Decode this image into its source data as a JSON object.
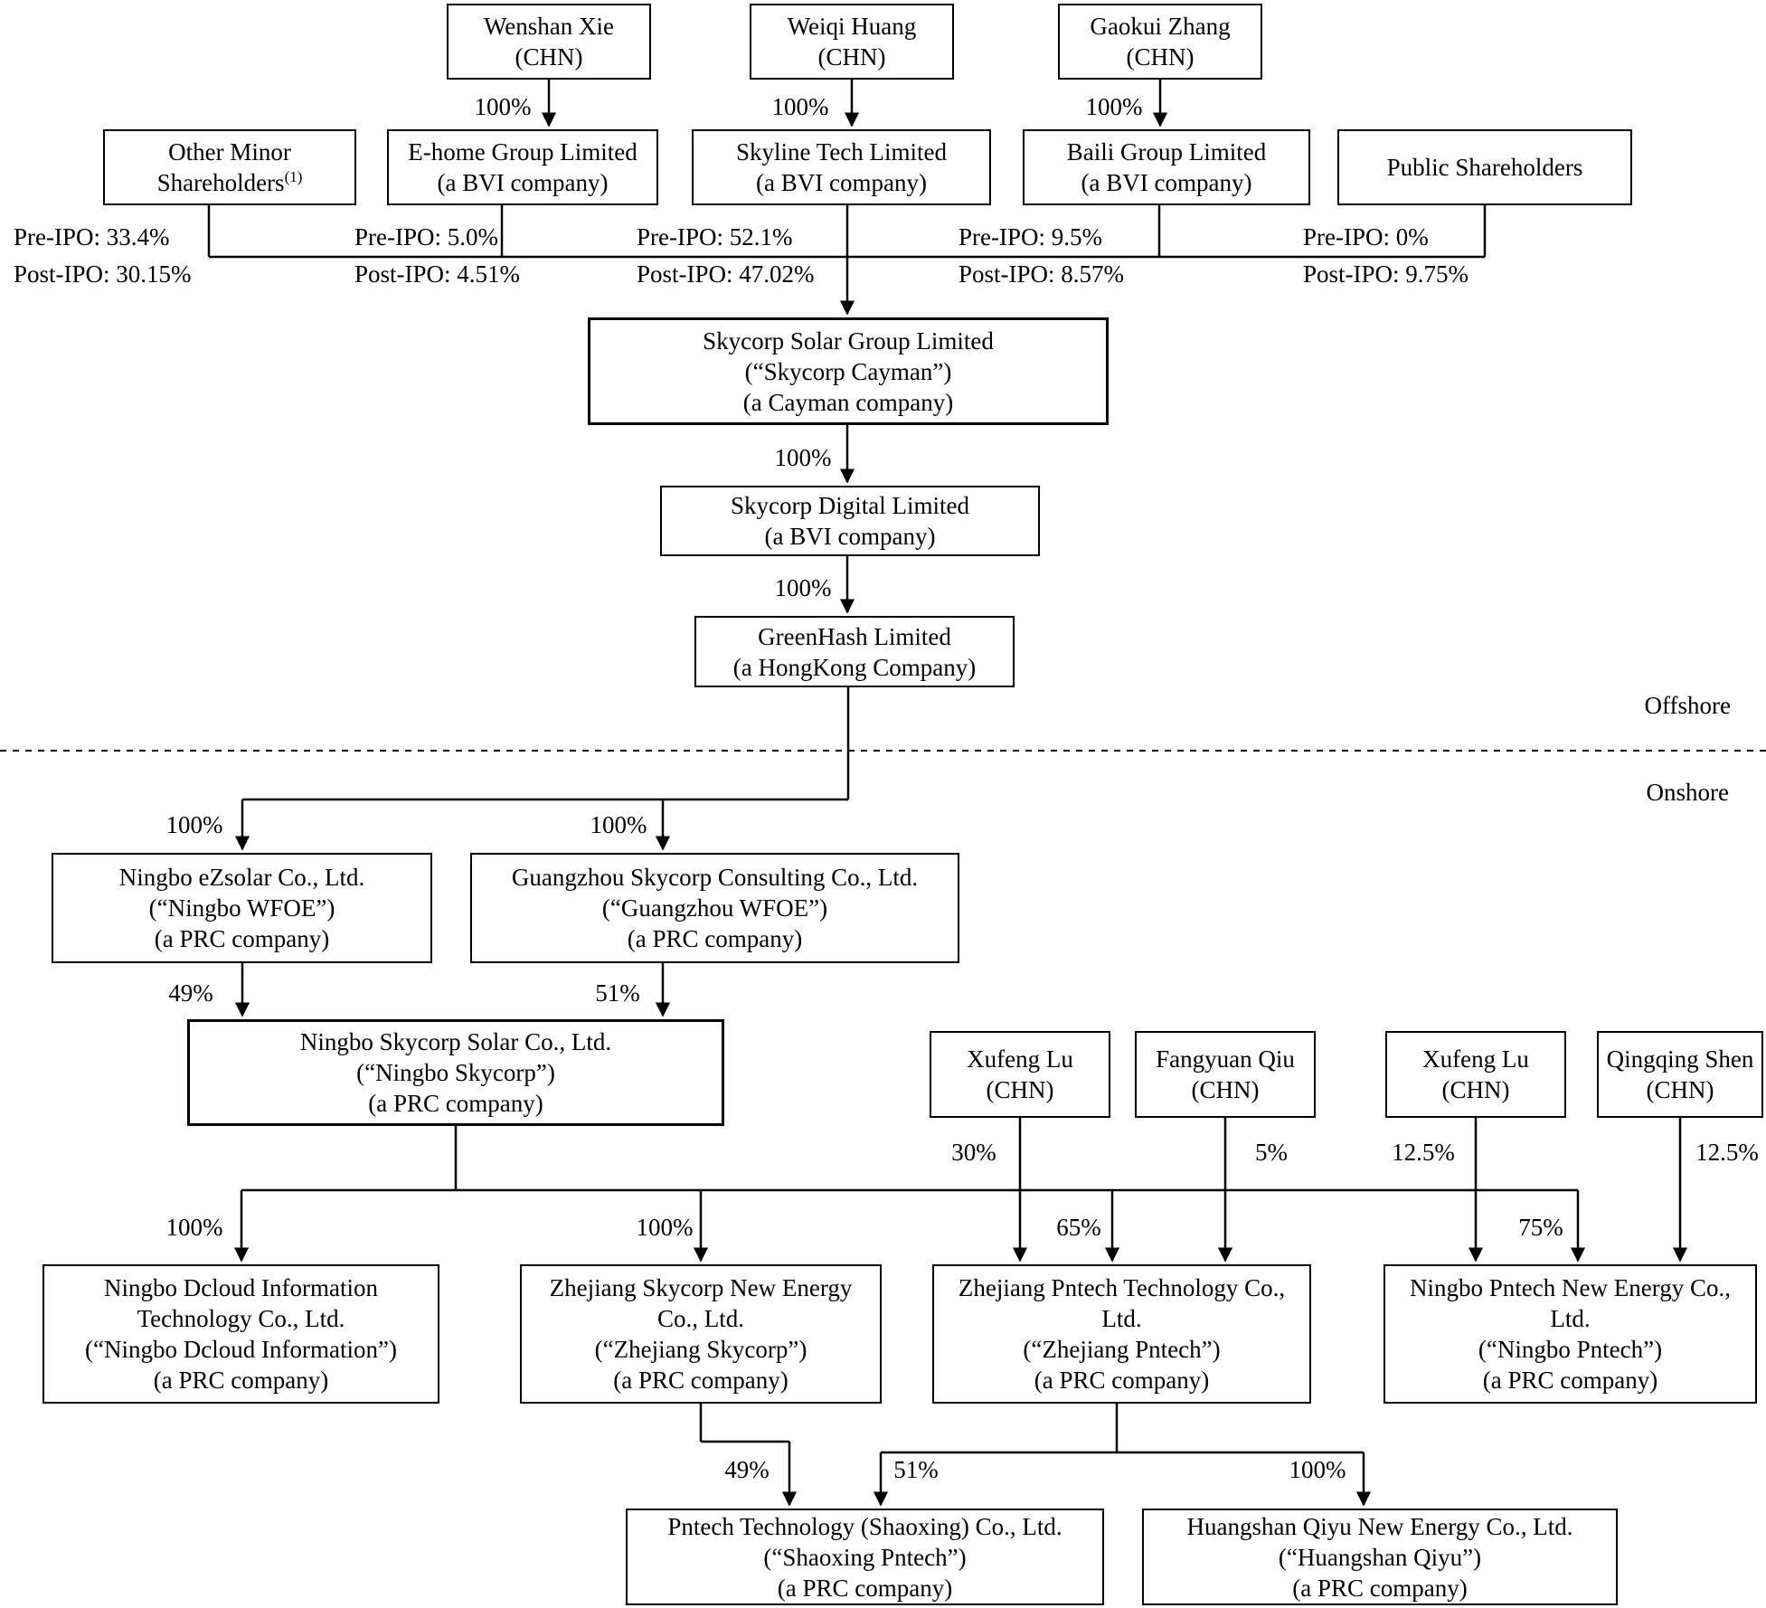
{
  "nodes": {
    "wenshan": {
      "lines": [
        "Wenshan Xie",
        "(CHN)"
      ]
    },
    "weiqi": {
      "lines": [
        "Weiqi Huang",
        "(CHN)"
      ]
    },
    "gaokui": {
      "lines": [
        "Gaokui Zhang",
        "(CHN)"
      ]
    },
    "other_minor": {
      "lines": [
        "Other Minor",
        "Shareholders"
      ],
      "sup": "(1)"
    },
    "ehome": {
      "lines": [
        "E-home Group Limited",
        "(a BVI company)"
      ]
    },
    "skyline": {
      "lines": [
        "Skyline Tech Limited",
        "(a BVI company)"
      ]
    },
    "baili": {
      "lines": [
        "Baili Group Limited",
        "(a BVI company)"
      ]
    },
    "public": {
      "lines": [
        "Public Shareholders"
      ]
    },
    "cayman": {
      "lines": [
        "Skycorp Solar Group Limited",
        "(“Skycorp Cayman”)",
        "(a Cayman company)"
      ]
    },
    "digital": {
      "lines": [
        "Skycorp Digital Limited",
        "(a BVI company)"
      ]
    },
    "greenhash": {
      "lines": [
        "GreenHash Limited",
        "(a HongKong Company)"
      ]
    },
    "ningbo_wfoe": {
      "lines": [
        "Ningbo eZsolar Co., Ltd.",
        "(“Ningbo WFOE”)",
        "(a PRC company)"
      ]
    },
    "guangzhou_wfoe": {
      "lines": [
        "Guangzhou Skycorp Consulting Co., Ltd.",
        "(“Guangzhou WFOE”)",
        "(a PRC company)"
      ]
    },
    "ningbo_skycorp": {
      "lines": [
        "Ningbo Skycorp Solar Co., Ltd.",
        "(“Ningbo Skycorp”)",
        "(a PRC company)"
      ]
    },
    "xufeng_lu_1": {
      "lines": [
        "Xufeng Lu",
        "(CHN)"
      ]
    },
    "fangyuan_qiu": {
      "lines": [
        "Fangyuan Qiu",
        "(CHN)"
      ]
    },
    "xufeng_lu_2": {
      "lines": [
        "Xufeng Lu",
        "(CHN)"
      ]
    },
    "qingqing_shen": {
      "lines": [
        "Qingqing Shen",
        "(CHN)"
      ]
    },
    "ningbo_dcloud": {
      "lines": [
        "Ningbo Dcloud Information",
        "Technology Co., Ltd.",
        "(“Ningbo Dcloud Information”)",
        "(a PRC company)"
      ]
    },
    "zhejiang_skycorp": {
      "lines": [
        "Zhejiang Skycorp New Energy",
        "Co., Ltd.",
        "(“Zhejiang Skycorp”)",
        "(a PRC company)"
      ]
    },
    "zhejiang_pntech": {
      "lines": [
        "Zhejiang Pntech Technology Co.,",
        "Ltd.",
        "(“Zhejiang Pntech”)",
        "(a PRC company)"
      ]
    },
    "ningbo_pntech": {
      "lines": [
        "Ningbo Pntech New Energy Co.,",
        "Ltd.",
        "(“Ningbo Pntech”)",
        "(a PRC company)"
      ]
    },
    "shaoxing_pntech": {
      "lines": [
        "Pntech Technology (Shaoxing) Co., Ltd.",
        "(“Shaoxing Pntech”)",
        "(a PRC company)"
      ]
    },
    "huangshan_qiyu": {
      "lines": [
        "Huangshan Qiyu New Energy Co., Ltd.",
        "(“Huangshan Qiyu”)",
        "(a PRC company)"
      ]
    }
  },
  "ownership": {
    "wenshan_ehome": "100%",
    "weiqi_skyline": "100%",
    "gaokui_baili": "100%",
    "cayman_digital": "100%",
    "digital_greenhash": "100%",
    "greenhash_ningbo_wfoe": "100%",
    "greenhash_guangzhou_wfoe": "100%",
    "ningbo_wfoe_ns": "49%",
    "guangzhou_wfoe_ns": "51%",
    "xufeng1_zhpntech": "30%",
    "fangyuan_zhpntech": "5%",
    "xufeng2_nbpntech": "12.5%",
    "qingqing_nbpntech": "12.5%",
    "ns_dcloud": "100%",
    "ns_zhskycorp": "100%",
    "ns_zhpntech": "65%",
    "ns_nbpntech": "75%",
    "zhskycorp_shaoxing": "49%",
    "zhpntech_shaoxing": "51%",
    "zhpntech_huangshan": "100%"
  },
  "shareholding": {
    "col1": {
      "pre": "Pre-IPO: 33.4%",
      "post": "Post-IPO: 30.15%"
    },
    "col2": {
      "pre": "Pre-IPO: 5.0%",
      "post": "Post-IPO: 4.51%"
    },
    "col3": {
      "pre": "Pre-IPO: 52.1%",
      "post": "Post-IPO: 47.02%"
    },
    "col4": {
      "pre": "Pre-IPO: 9.5%",
      "post": "Post-IPO: 8.57%"
    },
    "col5": {
      "pre": "Pre-IPO: 0%",
      "post": "Post-IPO: 9.75%"
    }
  },
  "regions": {
    "offshore": "Offshore",
    "onshore": "Onshore"
  },
  "colors": {
    "line": "#000000",
    "background": "#ffffff"
  }
}
